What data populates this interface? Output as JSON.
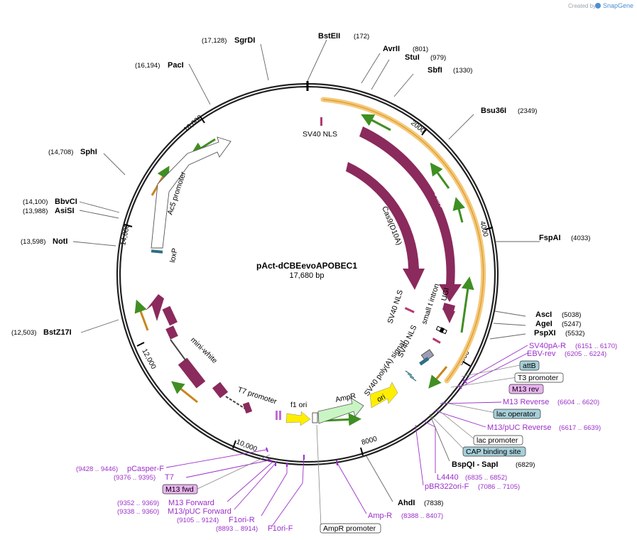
{
  "credit": {
    "prefix": "Created by",
    "brand": "SnapGene"
  },
  "plasmid": {
    "name": "pAct-dCBEevoAPOBEC1",
    "size": "17,680 bp"
  },
  "ticks": [
    "2000",
    "4000",
    "6000",
    "8000",
    "10,000",
    "12,000",
    "14,000",
    "16,000"
  ],
  "enzymes": [
    {
      "name": "BstEII",
      "pos": "(172)"
    },
    {
      "name": "AvrII",
      "pos": "(801)"
    },
    {
      "name": "StuI",
      "pos": "(979)"
    },
    {
      "name": "SbfI",
      "pos": "(1330)"
    },
    {
      "name": "Bsu36I",
      "pos": "(2349)"
    },
    {
      "name": "FspAI",
      "pos": "(4033)"
    },
    {
      "name": "AscI",
      "pos": "(5038)"
    },
    {
      "name": "AgeI",
      "pos": "(5247)"
    },
    {
      "name": "PspXI",
      "pos": "(5532)"
    },
    {
      "name": "BspQI - SapI",
      "pos": "(6829)"
    },
    {
      "name": "AhdI",
      "pos": "(7838)"
    },
    {
      "name": "BstZ17I",
      "pos": "(12,503)"
    },
    {
      "name": "NotI",
      "pos": "(13,598)"
    },
    {
      "name": "AsiSI",
      "pos": "(13,988)"
    },
    {
      "name": "BbvCI",
      "pos": "(14,100)"
    },
    {
      "name": "SphI",
      "pos": "(14,708)"
    },
    {
      "name": "PacI",
      "pos": "(16,194)"
    },
    {
      "name": "SgrDI",
      "pos": "(17,128)"
    }
  ],
  "primers": [
    {
      "name": "SV40pA-R",
      "pos": "(6151 .. 6170)"
    },
    {
      "name": "EBV-rev",
      "pos": "(6205 .. 6224)"
    },
    {
      "name": "M13 Reverse",
      "pos": "(6604 .. 6620)"
    },
    {
      "name": "M13/pUC Reverse",
      "pos": "(6617 .. 6639)"
    },
    {
      "name": "L4440",
      "pos": "(6835 .. 6852)"
    },
    {
      "name": "pBR322ori-F",
      "pos": "(7086 .. 7105)"
    },
    {
      "name": "Amp-R",
      "pos": "(8388 .. 8407)"
    },
    {
      "name": "F1ori-F",
      "pos": "(8893 .. 8914)"
    },
    {
      "name": "F1ori-R",
      "pos": "(9105 .. 9124)"
    },
    {
      "name": "M13/pUC Forward",
      "pos": "(9338 .. 9360)"
    },
    {
      "name": "M13 Forward",
      "pos": "(9352 .. 9369)"
    },
    {
      "name": "T7",
      "pos": "(9376 .. 9395)"
    },
    {
      "name": "pCasper-F",
      "pos": "(9428 .. 9446)"
    }
  ],
  "boxes": [
    {
      "label": "attB",
      "style": "teal"
    },
    {
      "label": "T3 promoter",
      "style": "white"
    },
    {
      "label": "M13 rev",
      "style": "purple"
    },
    {
      "label": "lac operator",
      "style": "teal"
    },
    {
      "label": "lac promoter",
      "style": "white"
    },
    {
      "label": "CAP binding site",
      "style": "teal"
    },
    {
      "label": "M13 fwd",
      "style": "purple"
    },
    {
      "label": "AmpR promoter",
      "style": "white"
    }
  ],
  "features": {
    "sv40_nls_top": "SV40 NLS",
    "cas9": "Cas9",
    "cas9_d10a": "Cas9(D10A)",
    "sv40_nls_mid": "SV40 NLS",
    "small_t_intron": "small t intron",
    "ugi": "UGI",
    "sv40_nls_low": "SV40 NLS",
    "sv40_polya": "SV40 poly(A) signal",
    "ori": "ori",
    "ampr": "AmpR",
    "f1_ori": "f1 ori",
    "t7_promoter": "T7 promoter",
    "mini_white": "mini-white",
    "loxp": "loxP",
    "ac5_promoter": "Ac5 promoter"
  },
  "colors": {
    "cds": "#8b2a5c",
    "ori": "#ffee00",
    "ampr_fill": "#c9f5c4",
    "orange_highlight": "#f5c97a",
    "green_arrow": "#3f8f22",
    "primer": "#9b2fc9",
    "teal_box": "#a6cfd9",
    "purple_box": "#e9b3f0"
  }
}
